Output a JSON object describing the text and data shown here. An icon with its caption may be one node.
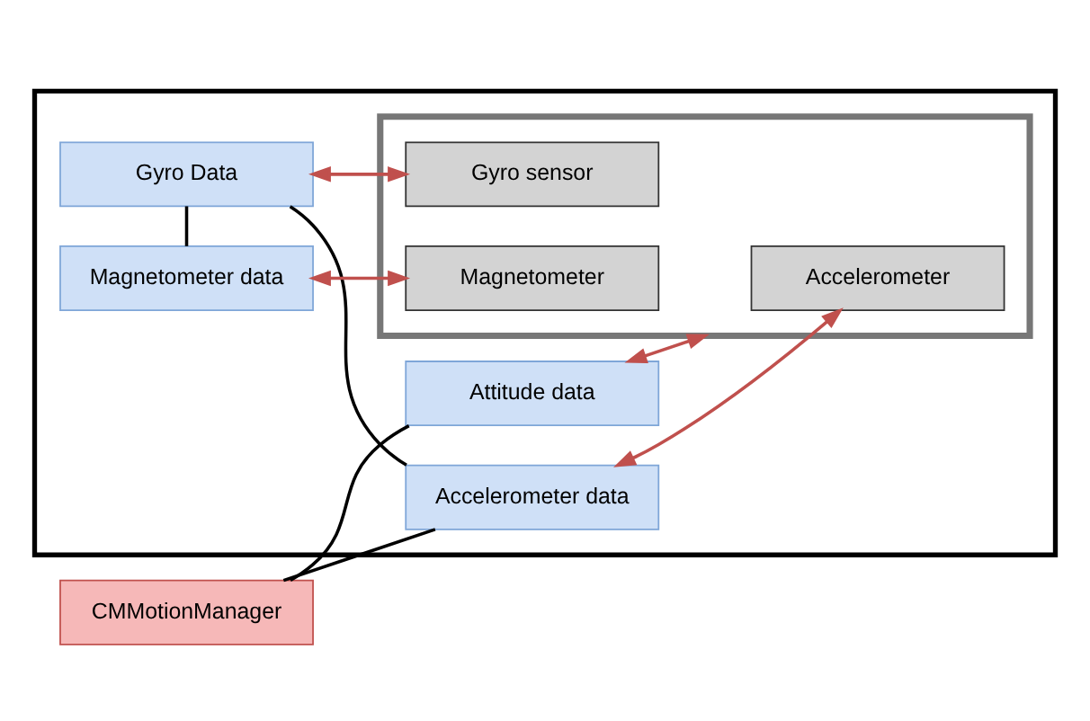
{
  "diagram": {
    "nodes": [
      {
        "text": [],
        "shape": "box"
      },
      {
        "text": [
          "CMMotionManager"
        ]
      },
      {
        "text": [
          "Attitude data"
        ],
        "in": 0
      },
      {
        "text": [
          "Accelerometer data"
        ],
        "in": 0
      },
      {
        "text": [
          "Gyro Data"
        ],
        "in": 0
      },
      {
        "text": [
          "Magnetometer data"
        ],
        "in": 0
      },
      {
        "text": [],
        "shape": "box",
        "in": 0
      },
      {
        "text": [
          "Accelerometer"
        ],
        "in": 6
      },
      {
        "text": [
          "Gyro sensor"
        ],
        "in": 6
      },
      {
        "text": [
          "Magnetometer"
        ],
        "in": 6
      }
    ],
    "edges": [
      {
        "from": 1,
        "to": 3,
        "arrow": "none",
        "color": "#000000"
      },
      {
        "from": 1,
        "to": 2,
        "arrow": "none",
        "color": "#000000"
      },
      {
        "from": 3,
        "to": 4,
        "arrow": "none",
        "color": "#000000"
      },
      {
        "from": 4,
        "to": 5,
        "arrow": "none",
        "color": "#000000"
      },
      {
        "from": 2,
        "to": 6,
        "arrow": "both",
        "color": "#c0504d"
      },
      {
        "from": 3,
        "to": 7,
        "arrow": "both",
        "color": "#c0504d"
      },
      {
        "from": 4,
        "to": 8,
        "arrow": "both",
        "color": "#c0504d"
      },
      {
        "from": 5,
        "to": 9,
        "arrow": "both",
        "color": "#c0504d"
      }
    ]
  }
}
